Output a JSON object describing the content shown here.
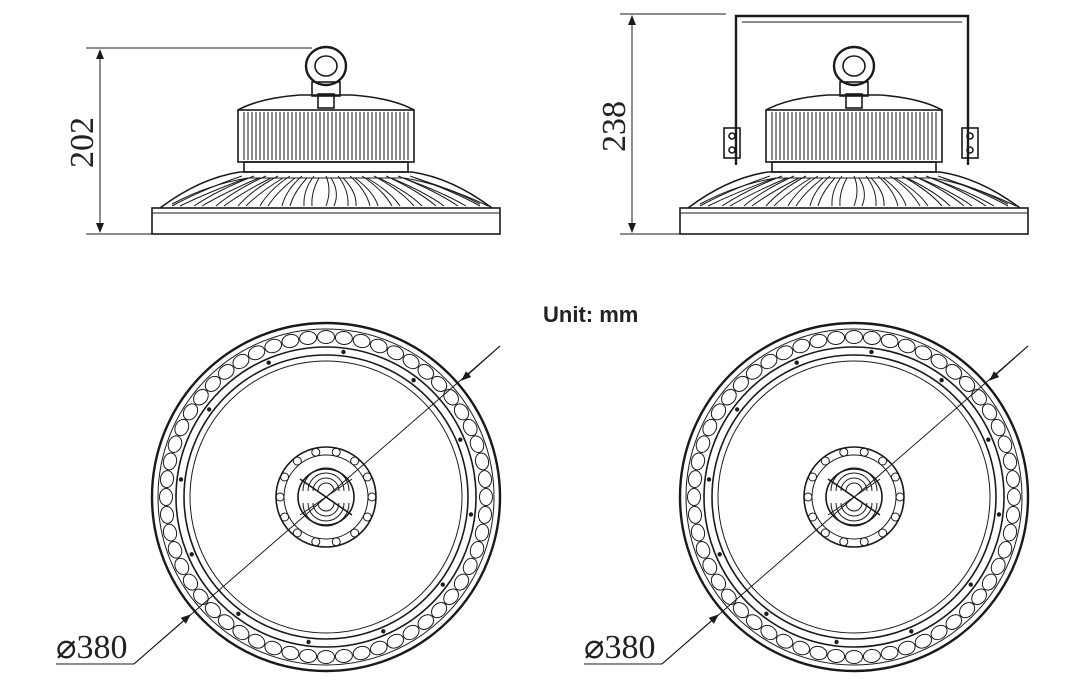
{
  "labels": {
    "unit": "Unit: mm",
    "height_standard": "202",
    "height_bracket": "238",
    "diameter_left": "⌀380",
    "diameter_right": "⌀380"
  },
  "colors": {
    "line": "#1a1a1a",
    "background": "#ffffff"
  },
  "views": [
    {
      "name": "side view without bracket",
      "dimension": "202 mm height"
    },
    {
      "name": "side view with U-bracket",
      "dimension": "238 mm height"
    },
    {
      "name": "top view left",
      "dimension": "380 mm diameter"
    },
    {
      "name": "top view right",
      "dimension": "380 mm diameter"
    }
  ]
}
